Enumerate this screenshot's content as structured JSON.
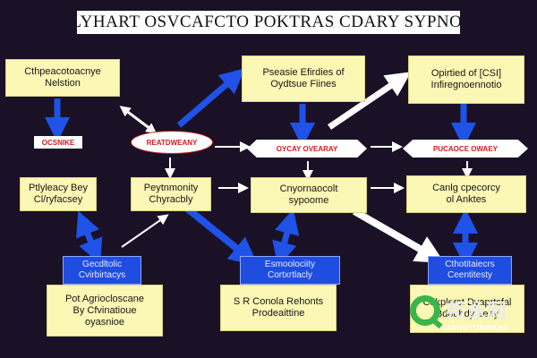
{
  "title": "POLYHART OSVCAFCTO POKTRAS CDARY SYPNOME",
  "boxes": {
    "top_left": "Cthpeacotoacnye Nelstion",
    "top_mid": [
      "Pseasie Efirdies of",
      "Oydtsue Fiines"
    ],
    "top_right": [
      "Opirtied of [CSI]",
      "Infiregnoennotio"
    ],
    "mid_left": [
      "Ptlyleacy Bey",
      "Cl/ryfacsey"
    ],
    "mid_center": [
      "Peytnmonity",
      "Chyracbly"
    ],
    "mid_mid": [
      "Cnyornaocolt",
      "sypoome"
    ],
    "mid_right": [
      "Canlg cpecorcy",
      "ol Anktes"
    ],
    "bot_left": [
      "Pot Agriocloscane",
      "By Cfvinatioue",
      "oyasnioe"
    ],
    "bot_mid": [
      "S R Conola Rehonts",
      "Prodeaittine"
    ],
    "bot_right": [
      "Cokplerst Dyaprtsfal",
      "Bdoubdy aeey"
    ]
  },
  "blue_boxes": {
    "left": [
      "Gecdltolic",
      "Cvirbirtacys"
    ],
    "mid": [
      "Esmoolociity",
      "Cortxrtlacly"
    ],
    "right": [
      "Cthotitaiecrs",
      "Ceentitesty"
    ]
  },
  "pills": {
    "left": "OCSNIKE",
    "ellipse": "REATDWEANY",
    "hex_mid": "OYCAY OVEARAY",
    "hex_right": "PUCAOCE OWAEY"
  },
  "logo": {
    "cn": "邦泳网",
    "en": "BANGYUNWANG"
  },
  "colors": {
    "background": "#1a1126",
    "box": "#fbf7b4",
    "blue": "#1f4de0",
    "pill_text": "#d21c1c",
    "logo_green": "#39b54a"
  }
}
